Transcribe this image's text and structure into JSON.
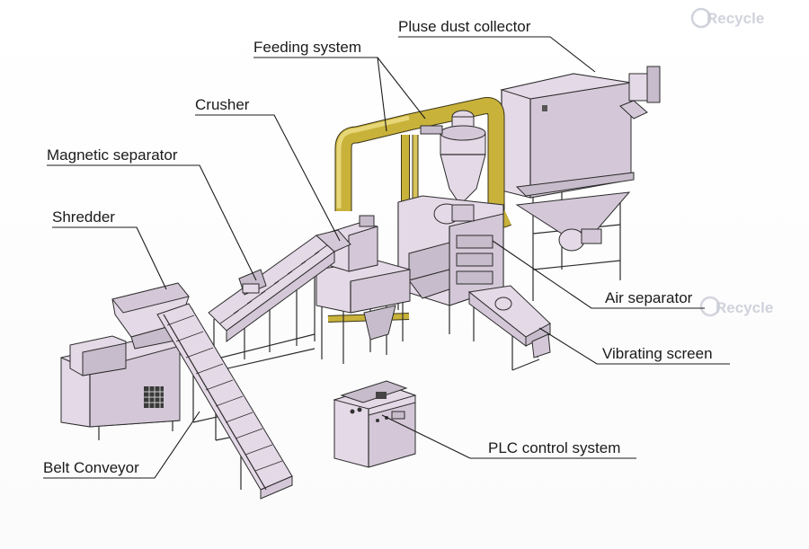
{
  "watermark": "Recycle",
  "labels": {
    "pulse_dust_collector": "Pluse dust collector",
    "feeding_system": "Feeding system",
    "crusher": "Crusher",
    "magnetic_separator": "Magnetic separator",
    "shredder": "Shredder",
    "air_separator": "Air separator",
    "vibrating_screen": "Vibrating screen",
    "plc_control_system": "PLC control system",
    "belt_conveyor": "Belt Conveyor"
  },
  "colors": {
    "machine_body": "#e4d9e7",
    "pipe": "#c9b23a",
    "line": "#1b1b1b"
  }
}
